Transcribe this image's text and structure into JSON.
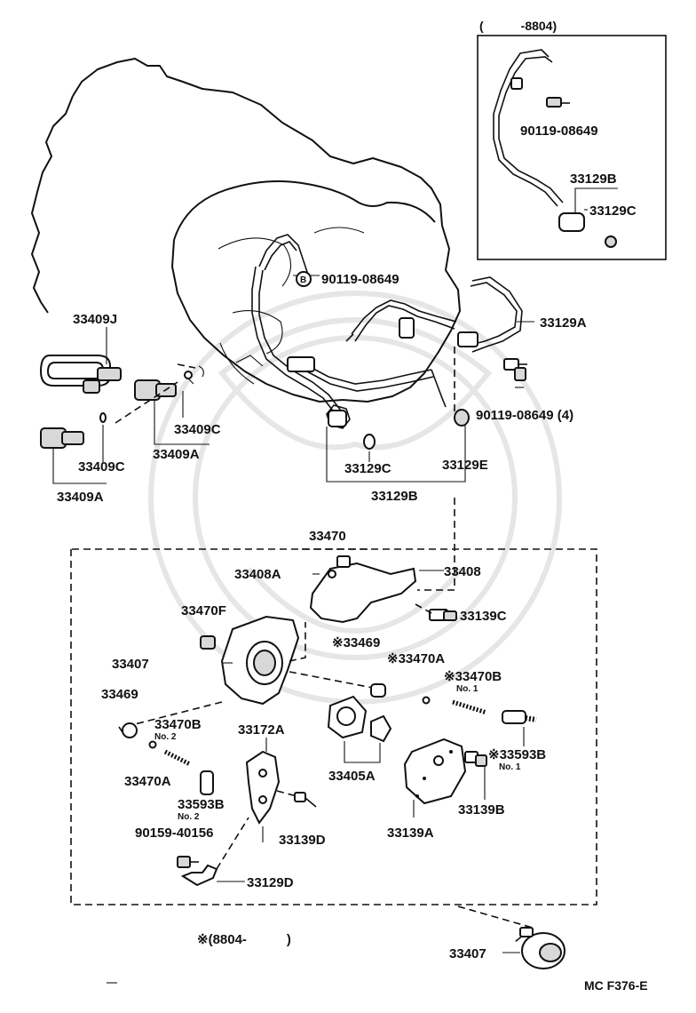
{
  "labels": {
    "inset_range": "(　　　-8804)",
    "inset_bolt": "90119-08649",
    "inset_clamp": "33129B",
    "inset_grommet": "33129C",
    "b_marker": "B",
    "top_bolt": "90119-08649",
    "tube_a": "33129A",
    "bolt_4": "90119-08649 (4)",
    "hose_j": "33409J",
    "union_c_upper": "33409C",
    "union_a_upper": "33409A",
    "union_c_lower": "33409C",
    "union_a_lower": "33409A",
    "grommet_c": "33129C",
    "grommet_e": "33129E",
    "clamp_b": "33129B",
    "cooler_assy": "33470",
    "plug_a": "33408A",
    "cover": "33408",
    "bolt_c": "33139C",
    "plug_f": "33470F",
    "seal_note": "※33469",
    "ball_note": "※33470A",
    "pump_body": "33407",
    "spring_b_no1": "※33470B",
    "no1_a": "No. 1",
    "oring": "33469",
    "spring_b_no2": "33470B",
    "no2_a": "No. 2",
    "bracket": "33172A",
    "gear": "33405A",
    "valve_no1": "※33593B",
    "no1_b": "No. 1",
    "ball": "33470A",
    "valve_no2": "33593B",
    "no2_b": "No. 2",
    "bolt_b": "33139B",
    "cover_a": "33139A",
    "bolt_long": "90159-40156",
    "bolt_d": "33139D",
    "clamp_d": "33129D",
    "range_note": "※(8804-　　　)",
    "drive_gear": "33407",
    "code": "MC F376-E"
  }
}
